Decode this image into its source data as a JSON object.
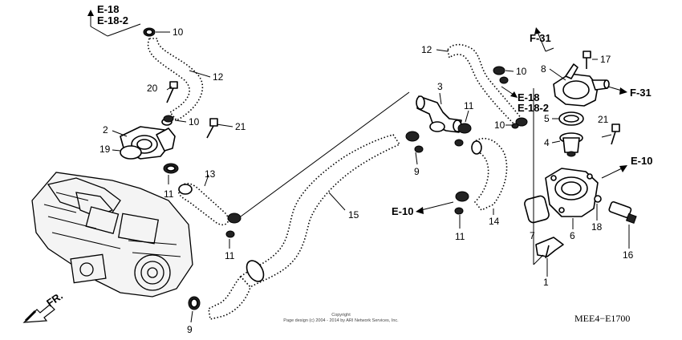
{
  "diagram": {
    "part_numbers": {
      "p1": "1",
      "p2": "2",
      "p3": "3",
      "p4": "4",
      "p5": "5",
      "p6": "6",
      "p7": "7",
      "p8": "8",
      "p9a": "9",
      "p9b": "9",
      "p10a": "10",
      "p10b": "10",
      "p10c": "10",
      "p10d": "10",
      "p11a": "11",
      "p11b": "11",
      "p11c": "11",
      "p11d": "11",
      "p12a": "12",
      "p12b": "12",
      "p13": "13",
      "p14": "14",
      "p15": "15",
      "p16": "16",
      "p17": "17",
      "p18": "18",
      "p19": "19",
      "p20": "20",
      "p21a": "21",
      "p21b": "21"
    },
    "references": {
      "e18_top": "E-18",
      "e182_top": "E-18-2",
      "e18_right": "E-18",
      "e182_right": "E-18-2",
      "f31_top": "F-31",
      "f31_right": "F-31",
      "e10_left": "E-10",
      "e10_right": "E-10"
    },
    "front_label": "FR.",
    "copyright_line1": "Copyright",
    "copyright_line2": "Page design (c) 2004 - 2014 by ARI Network Services, Inc.",
    "diagram_code": "MEE4−E1700"
  }
}
